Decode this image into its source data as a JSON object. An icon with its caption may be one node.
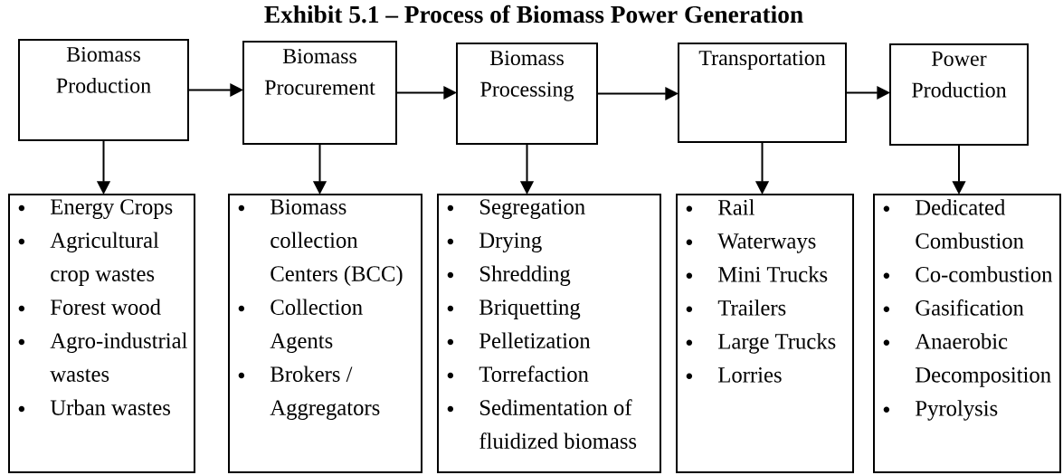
{
  "diagram": {
    "title": "Exhibit 5.1 – Process of Biomass Power Generation",
    "nodes": [
      {
        "text": [
          "Biomass Production"
        ]
      },
      {
        "text": [
          "Biomass Procurement"
        ]
      },
      {
        "text": [
          "Biomass Processing"
        ]
      },
      {
        "text": [
          "Transportation"
        ]
      },
      {
        "text": [
          "Power Production"
        ]
      },
      {
        "text": [
          "Energy Crops",
          "Agricultural crop wastes",
          "Forest wood",
          "Agro-industrial wastes",
          "Urban wastes"
        ]
      },
      {
        "text": [
          "Biomass collection Centers (BCC)",
          "Collection Agents",
          "Brokers / Aggregators"
        ]
      },
      {
        "text": [
          "Segregation",
          "Drying",
          "Shredding",
          "Briquetting",
          "Pelletization",
          "Torrefaction",
          "Sedimentation of fluidized biomass"
        ]
      },
      {
        "text": [
          "Rail",
          "Waterways",
          "Mini Trucks",
          "Trailers",
          "Large Trucks",
          "Lorries"
        ]
      },
      {
        "text": [
          "Dedicated Combustion",
          "Co-combustion",
          "Gasification",
          "Anaerobic Decomposition",
          "Pyrolysis"
        ]
      }
    ],
    "edges": [
      {
        "from": 0,
        "to": 1,
        "arrow": "to"
      },
      {
        "from": 1,
        "to": 2,
        "arrow": "to"
      },
      {
        "from": 2,
        "to": 3,
        "arrow": "to"
      },
      {
        "from": 3,
        "to": 4,
        "arrow": "to"
      },
      {
        "from": 0,
        "to": 5,
        "arrow": "to"
      },
      {
        "from": 1,
        "to": 6,
        "arrow": "to"
      },
      {
        "from": 2,
        "to": 7,
        "arrow": "to"
      },
      {
        "from": 3,
        "to": 8,
        "arrow": "to"
      },
      {
        "from": 4,
        "to": 9,
        "arrow": "to"
      }
    ]
  }
}
